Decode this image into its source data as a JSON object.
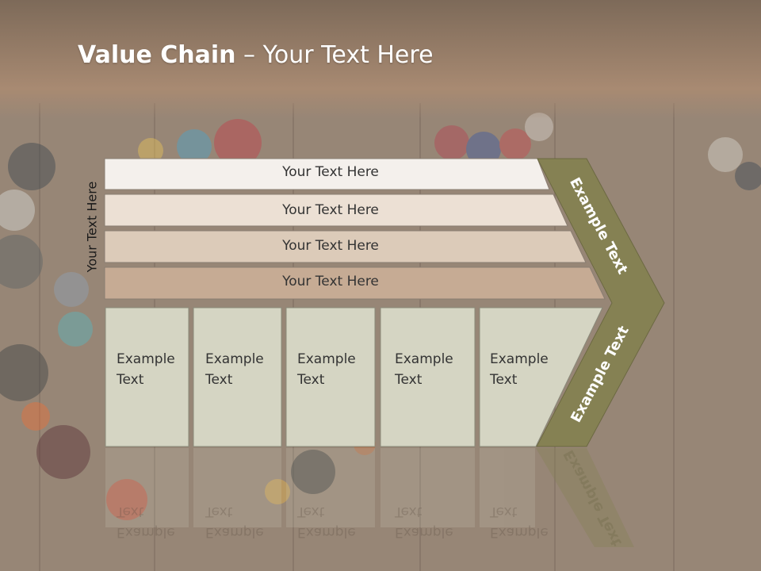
{
  "slide": {
    "title_bold": "Value Chain",
    "title_rest": " – Your Text Here",
    "side_label": "Your Text Here"
  },
  "rows": [
    {
      "label": "Your Text Here",
      "color": "#f4f0ec"
    },
    {
      "label": "Your Text Here",
      "color": "#ece0d4"
    },
    {
      "label": "Your Text Here",
      "color": "#dccbb9"
    },
    {
      "label": "Your Text Here",
      "color": "#c6ab94"
    }
  ],
  "boxes": [
    {
      "line1": "Example",
      "line2": "Text"
    },
    {
      "line1": "Example",
      "line2": "Text"
    },
    {
      "line1": "Example",
      "line2": "Text"
    },
    {
      "line1": "Example",
      "line2": "Text"
    },
    {
      "line1": "Example",
      "line2": "Text"
    }
  ],
  "chevron": {
    "upper_label": "Example Text",
    "lower_label": "Example Text",
    "color": "#858153"
  },
  "colors": {
    "box_fill": "#d5d5c3",
    "header_band": "#9a7e67"
  }
}
